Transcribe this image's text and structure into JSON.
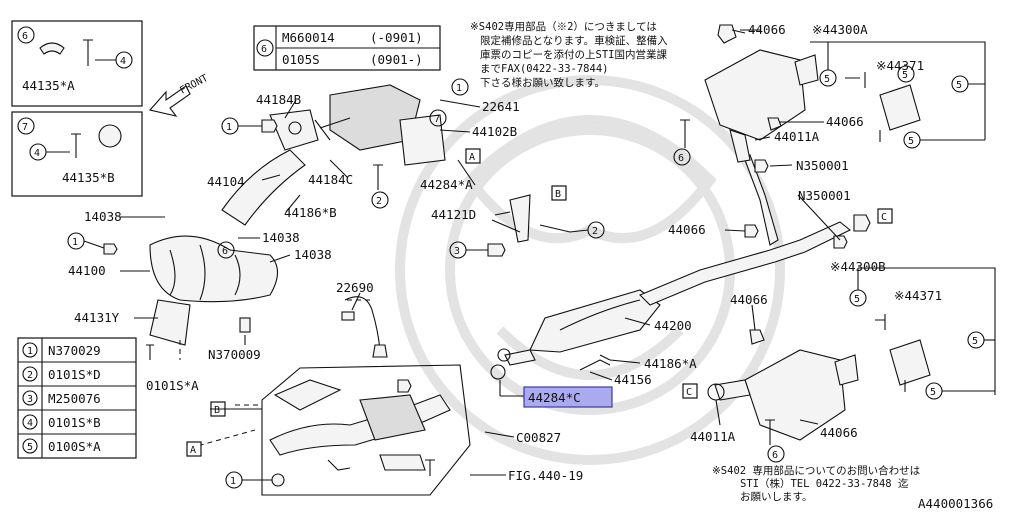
{
  "header_note": {
    "lines": [
      "※S402専用部品（※2）につきましては",
      "限定補修品となります。車検証、整備入",
      "庫票のコピーを添付の上STI国内営業課",
      "までFAX(0422-33-7844)",
      "下さる様お願い致します。"
    ]
  },
  "footer_note": {
    "lines": [
      "※S402 専用部品についてのお問い合わせは",
      "STI（株）TEL 0422-33-7848 迄",
      "お願いします。"
    ]
  },
  "diagram_code": "A440001366",
  "front_label": "FRONT",
  "legend": [
    {
      "num": "1",
      "code": "N370029"
    },
    {
      "num": "2",
      "code": "0101S*D"
    },
    {
      "num": "3",
      "code": "M250076"
    },
    {
      "num": "4",
      "code": "0101S*B"
    },
    {
      "num": "5",
      "code": "0100S*A"
    }
  ],
  "variant_table": {
    "num": "6",
    "rows": [
      {
        "code": "M660014",
        "range": "(-0901)"
      },
      {
        "code": "0105S",
        "range": "(0901-)"
      }
    ]
  },
  "inset_boxes": [
    {
      "num": "6",
      "bolt": "4",
      "part": "44135*A"
    },
    {
      "num": "7",
      "bolt": "4",
      "part": "44135*B"
    }
  ],
  "refs": [
    "A",
    "B",
    "C"
  ],
  "selected_part": "44284*C",
  "labels": {
    "l44184B": "44184B",
    "l44104": "44104",
    "l44184C": "44184C",
    "l44186B": "44186*B",
    "l14038a": "14038",
    "l14038b": "14038",
    "l14038c": "14038",
    "l44100": "44100",
    "l44131Y": "44131Y",
    "lN370009": "N370009",
    "l0101SA": "0101S*A",
    "l22690": "22690",
    "l22641": "22641",
    "l44102B": "44102B",
    "l44284A": "44284*A",
    "l44121D": "44121D",
    "l44066a": "44066",
    "l44066b": "44066",
    "l44066c": "44066",
    "l44066d": "44066",
    "l44066e": "44066",
    "l44300A": "※44300A",
    "l44371a": "※44371",
    "l44011Aa": "44011A",
    "lN350001a": "N350001",
    "lN350001b": "N350001",
    "l44300B": "※44300B",
    "l44371b": "※44371",
    "l44200": "44200",
    "l44186A": "44186*A",
    "l44156": "44156",
    "l44011Ab": "44011A",
    "lC00827": "C00827",
    "lFIG": "FIG.440-19"
  }
}
